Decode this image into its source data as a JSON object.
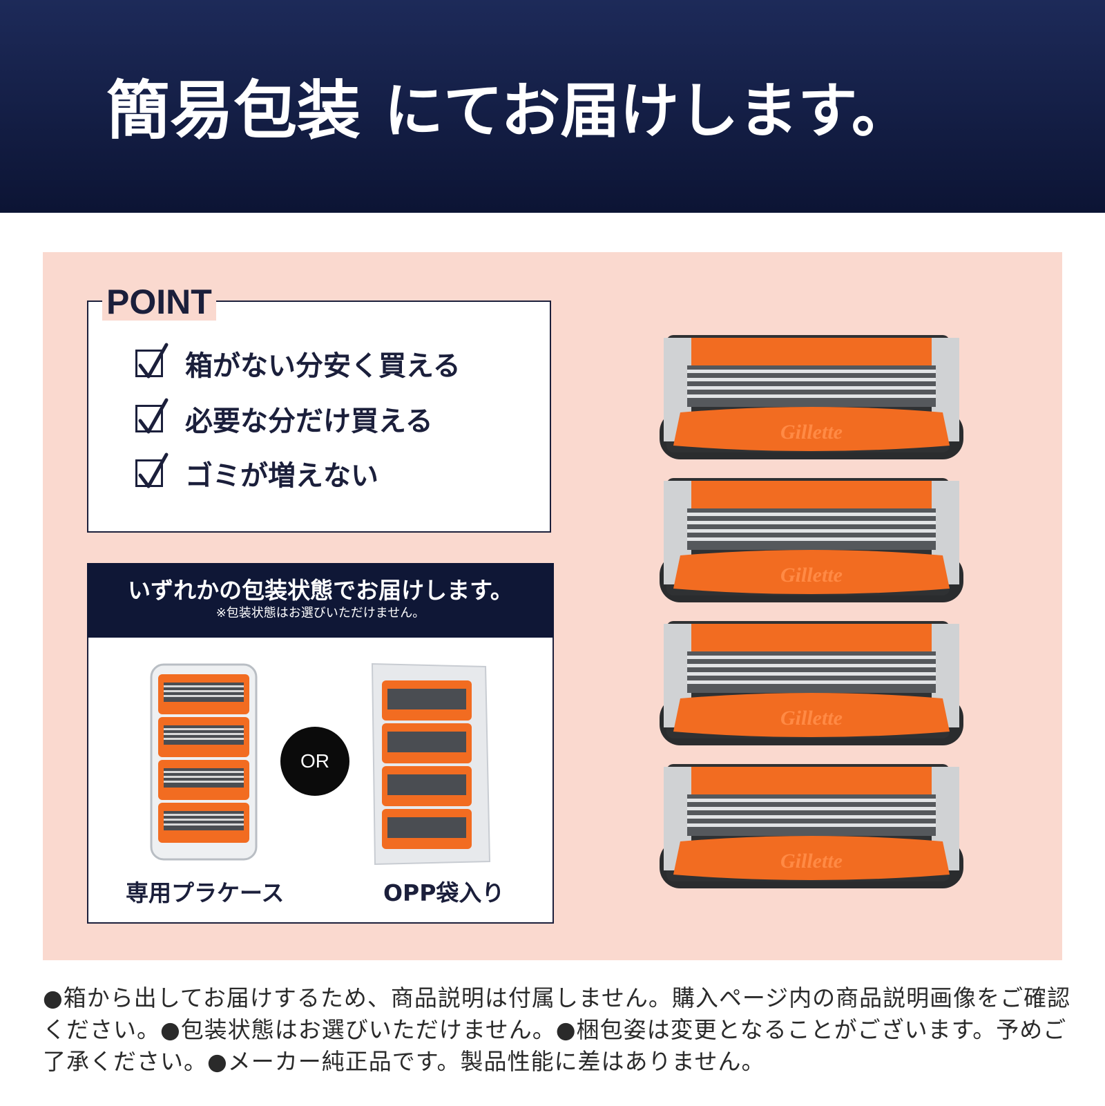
{
  "header": {
    "headline_emphasis": "簡易包装",
    "headline_rest": "にてお届けします。"
  },
  "point": {
    "label": "POINT",
    "items": [
      "箱がない分安く買える",
      "必要な分だけ買える",
      "ゴミが増えない"
    ]
  },
  "packaging": {
    "title": "いずれかの包装状態でお届けします。",
    "note": "※包装状態はお選びいただけません。",
    "option_a": "専用プラケース",
    "or_label": "OR",
    "option_b": "OPP袋入り"
  },
  "product": {
    "brand_mark": "Gillette",
    "cartridge_count": 4
  },
  "footnote": "●箱から出してお届けするため、商品説明は付属しません。購入ページ内の商品説明画像をご確認ください。●包装状態はお選びいただけません。●梱包姿は変更となることがございます。予めご了承ください。●メーカー純正品です。製品性能に差はありません。",
  "colors": {
    "navy": "#0f1736",
    "accent": "#c8553b",
    "panel": "#fad9cf",
    "orange": "#f26c21"
  }
}
